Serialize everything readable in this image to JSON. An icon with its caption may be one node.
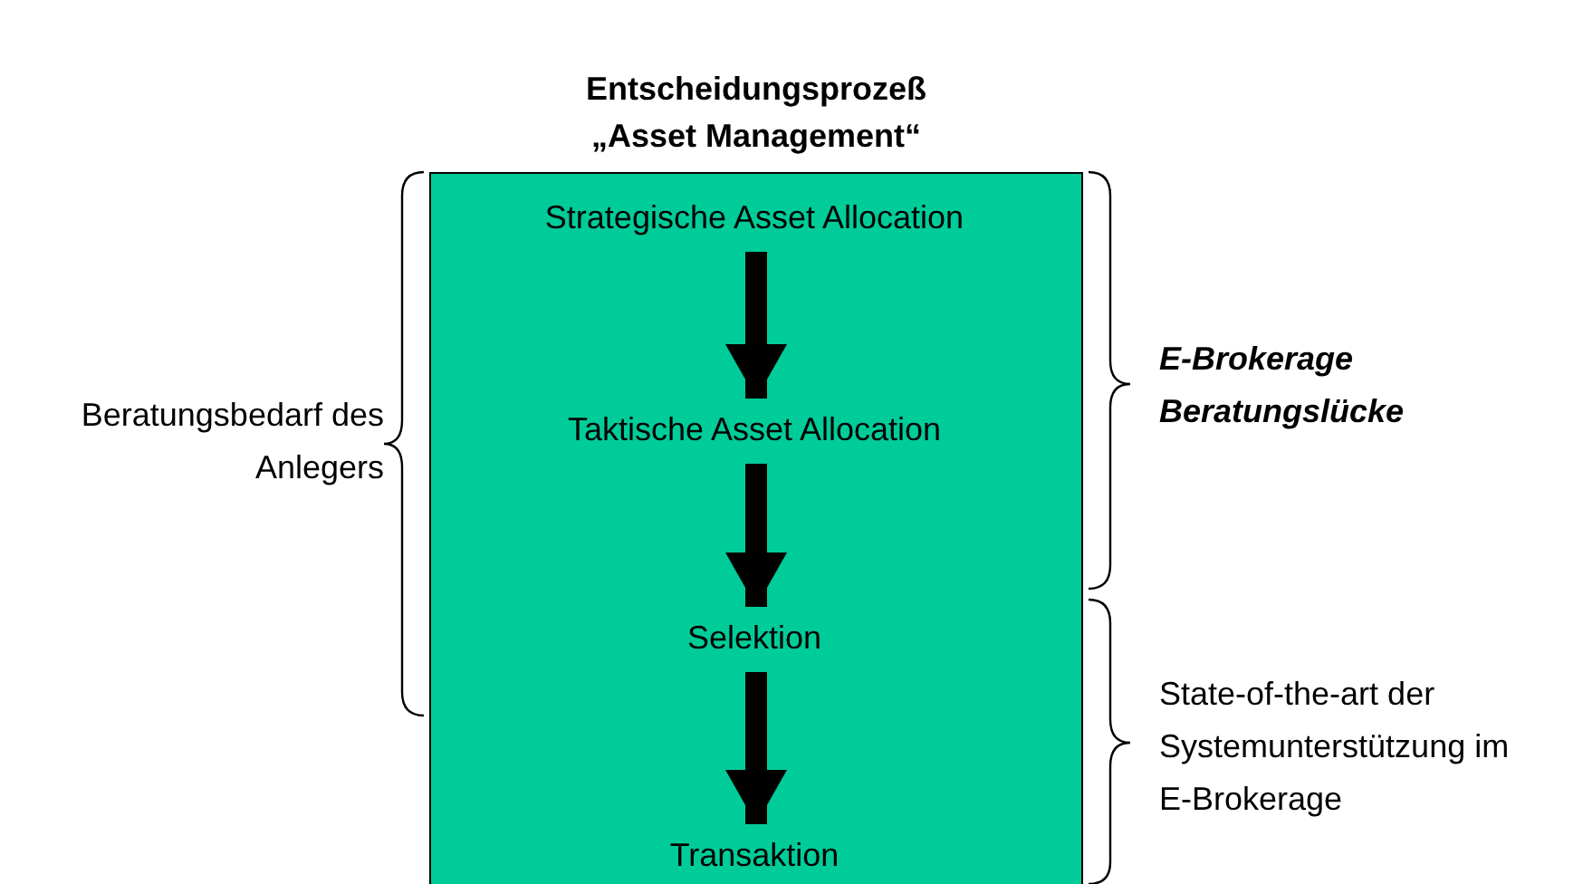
{
  "diagram": {
    "title": "Entscheidungsprozeß „Asset Management“",
    "nodes": [
      {
        "text": [],
        "shape": "box"
      },
      {
        "text": [
          "Strategische Asset Allocation"
        ],
        "in": 0
      },
      {
        "text": [
          "Taktische Asset Allocation"
        ],
        "in": 0
      },
      {
        "text": [
          "Selektion"
        ],
        "in": 0
      },
      {
        "text": [
          "Transaktion"
        ],
        "in": 0
      }
    ],
    "edges": [
      {
        "from": 1,
        "to": 2,
        "arrow": "to"
      },
      {
        "from": 2,
        "to": 3,
        "arrow": "to"
      },
      {
        "from": 3,
        "to": 4,
        "arrow": "to"
      }
    ],
    "labels": [
      "Beratungsbedarf des Anlegers",
      "E-Brokerage Beratungslücke",
      "State-of-the-art der Systemunterstützung im E-Brokerage"
    ]
  }
}
